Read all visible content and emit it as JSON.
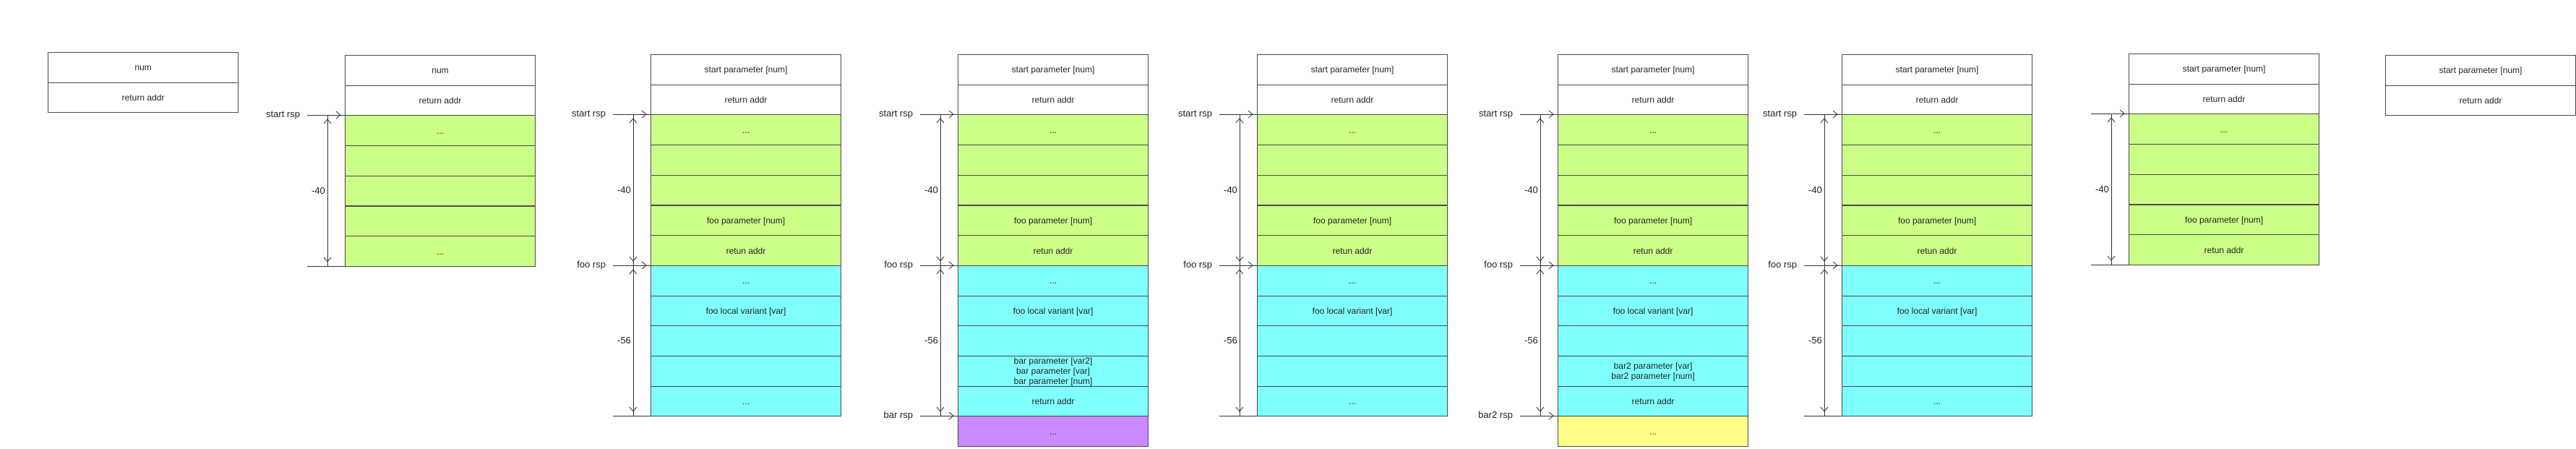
{
  "colors": {
    "white": "#ffffff",
    "green": "#ccff88",
    "cyan": "#80ffff",
    "purple": "#cc88ff",
    "yellow": "#ffff88",
    "line": "#333333"
  },
  "stacks": [
    {
      "id": "s0",
      "cells": [
        {
          "t": "num",
          "c": "white"
        },
        {
          "t": "return addr",
          "c": "white"
        }
      ],
      "labels": []
    },
    {
      "id": "s1",
      "cells": [
        {
          "t": "num",
          "c": "white"
        },
        {
          "t": "return addr",
          "c": "white"
        },
        {
          "t": "...",
          "c": "green"
        },
        {
          "t": "",
          "c": "green"
        },
        {
          "t": "",
          "c": "green"
        },
        {
          "t": "",
          "c": "green"
        },
        {
          "t": "...",
          "c": "green"
        }
      ],
      "labels": [
        {
          "text": "start rsp",
          "row": 2
        }
      ],
      "brackets": [
        {
          "from": 2,
          "to": 7,
          "text": "-40"
        }
      ]
    },
    {
      "id": "s2",
      "cells": [
        {
          "t": "start parameter [num]",
          "c": "white"
        },
        {
          "t": "return addr",
          "c": "white"
        },
        {
          "t": "...",
          "c": "green"
        },
        {
          "t": "",
          "c": "green"
        },
        {
          "t": "",
          "c": "green"
        },
        {
          "t": "foo parameter [num]",
          "c": "green"
        },
        {
          "t": "retun addr",
          "c": "green"
        },
        {
          "t": "...",
          "c": "cyan"
        },
        {
          "t": "foo local variant [var]",
          "c": "cyan"
        },
        {
          "t": "",
          "c": "cyan"
        },
        {
          "t": "",
          "c": "cyan"
        },
        {
          "t": "...",
          "c": "cyan"
        }
      ],
      "labels": [
        {
          "text": "start rsp",
          "row": 2
        },
        {
          "text": "foo rsp",
          "row": 7
        }
      ],
      "brackets": [
        {
          "from": 2,
          "to": 7,
          "text": "-40"
        },
        {
          "from": 7,
          "to": 12,
          "text": "-56"
        }
      ]
    },
    {
      "id": "s3",
      "cells": [
        {
          "t": "start parameter [num]",
          "c": "white"
        },
        {
          "t": "return addr",
          "c": "white"
        },
        {
          "t": "...",
          "c": "green"
        },
        {
          "t": "",
          "c": "green"
        },
        {
          "t": "",
          "c": "green"
        },
        {
          "t": "foo parameter [num]",
          "c": "green"
        },
        {
          "t": "retun addr",
          "c": "green"
        },
        {
          "t": "...",
          "c": "cyan"
        },
        {
          "t": "foo local variant [var]",
          "c": "cyan"
        },
        {
          "t": "",
          "c": "cyan"
        },
        {
          "t": "bar parameter [var2]\nbar parameter [var]\nbar parameter [num]",
          "c": "cyan"
        },
        {
          "t": "return addr",
          "c": "cyan"
        },
        {
          "t": "...",
          "c": "purple"
        }
      ],
      "labels": [
        {
          "text": "start rsp",
          "row": 2
        },
        {
          "text": "foo rsp",
          "row": 7
        },
        {
          "text": "bar rsp",
          "row": 12
        }
      ],
      "brackets": [
        {
          "from": 2,
          "to": 7,
          "text": "-40"
        },
        {
          "from": 7,
          "to": 12,
          "text": "-56"
        }
      ]
    },
    {
      "id": "s4",
      "cells": [
        {
          "t": "start parameter [num]",
          "c": "white"
        },
        {
          "t": "return addr",
          "c": "white"
        },
        {
          "t": "...",
          "c": "green"
        },
        {
          "t": "",
          "c": "green"
        },
        {
          "t": "",
          "c": "green"
        },
        {
          "t": "foo parameter [num]",
          "c": "green"
        },
        {
          "t": "retun addr",
          "c": "green"
        },
        {
          "t": "...",
          "c": "cyan"
        },
        {
          "t": "foo local variant [var]",
          "c": "cyan"
        },
        {
          "t": "",
          "c": "cyan"
        },
        {
          "t": "",
          "c": "cyan"
        },
        {
          "t": "...",
          "c": "cyan"
        }
      ],
      "labels": [
        {
          "text": "start rsp",
          "row": 2
        },
        {
          "text": "foo rsp",
          "row": 7
        }
      ],
      "brackets": [
        {
          "from": 2,
          "to": 7,
          "text": "-40"
        },
        {
          "from": 7,
          "to": 12,
          "text": "-56"
        }
      ]
    },
    {
      "id": "s5",
      "cells": [
        {
          "t": "start parameter [num]",
          "c": "white"
        },
        {
          "t": "return addr",
          "c": "white"
        },
        {
          "t": "...",
          "c": "green"
        },
        {
          "t": "",
          "c": "green"
        },
        {
          "t": "",
          "c": "green"
        },
        {
          "t": "foo parameter [num]",
          "c": "green"
        },
        {
          "t": "retun addr",
          "c": "green"
        },
        {
          "t": "...",
          "c": "cyan"
        },
        {
          "t": "foo local variant [var]",
          "c": "cyan"
        },
        {
          "t": "",
          "c": "cyan"
        },
        {
          "t": "bar2 parameter [var]\nbar2 parameter [num]",
          "c": "cyan"
        },
        {
          "t": "return addr",
          "c": "cyan"
        },
        {
          "t": "...",
          "c": "yellow"
        }
      ],
      "labels": [
        {
          "text": "start rsp",
          "row": 2
        },
        {
          "text": "foo rsp",
          "row": 7
        },
        {
          "text": "bar2 rsp",
          "row": 12
        }
      ],
      "brackets": [
        {
          "from": 2,
          "to": 7,
          "text": "-40"
        },
        {
          "from": 7,
          "to": 12,
          "text": "-56"
        }
      ]
    },
    {
      "id": "s6",
      "cells": [
        {
          "t": "start parameter [num]",
          "c": "white"
        },
        {
          "t": "return addr",
          "c": "white"
        },
        {
          "t": "...",
          "c": "green"
        },
        {
          "t": "",
          "c": "green"
        },
        {
          "t": "",
          "c": "green"
        },
        {
          "t": "foo parameter [num]",
          "c": "green"
        },
        {
          "t": "retun addr",
          "c": "green"
        },
        {
          "t": "...",
          "c": "cyan"
        },
        {
          "t": "foo local variant [var]",
          "c": "cyan"
        },
        {
          "t": "",
          "c": "cyan"
        },
        {
          "t": "",
          "c": "cyan"
        },
        {
          "t": "...",
          "c": "cyan"
        }
      ],
      "labels": [
        {
          "text": "start rsp",
          "row": 2
        },
        {
          "text": "foo rsp",
          "row": 7
        }
      ],
      "brackets": [
        {
          "from": 2,
          "to": 7,
          "text": "-40"
        },
        {
          "from": 7,
          "to": 12,
          "text": "-56"
        }
      ]
    },
    {
      "id": "s7",
      "cells": [
        {
          "t": "start parameter [num]",
          "c": "white"
        },
        {
          "t": "return addr",
          "c": "white"
        },
        {
          "t": "...",
          "c": "green"
        },
        {
          "t": "",
          "c": "green"
        },
        {
          "t": "",
          "c": "green"
        },
        {
          "t": "foo parameter [num]",
          "c": "green"
        },
        {
          "t": "retun addr",
          "c": "green"
        }
      ],
      "labels": [
        {
          "text": "",
          "row": 2
        }
      ],
      "brackets": [
        {
          "from": 2,
          "to": 7,
          "text": "-40"
        }
      ]
    },
    {
      "id": "s8",
      "cells": [
        {
          "t": "start parameter [num]",
          "c": "white"
        },
        {
          "t": "return addr",
          "c": "white"
        }
      ],
      "labels": []
    }
  ]
}
